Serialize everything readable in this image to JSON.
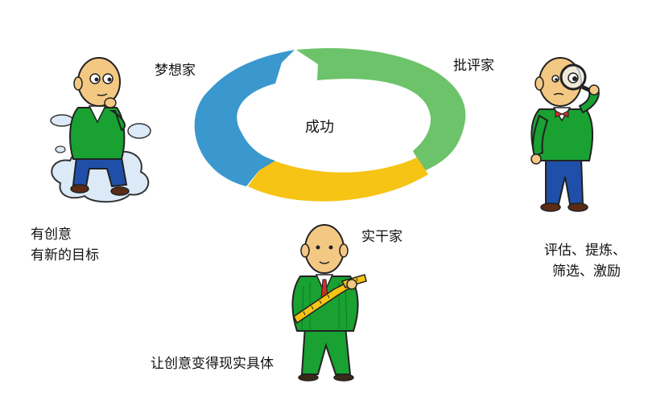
{
  "diagram": {
    "center_label": "成功",
    "roles": [
      {
        "id": "dreamer",
        "title": "梦想家",
        "desc": [
          "有创意",
          "有新的目标"
        ]
      },
      {
        "id": "critic",
        "title": "批评家",
        "desc": [
          "评估、提炼、",
          "筛选、激励"
        ]
      },
      {
        "id": "realist",
        "title": "实干家",
        "desc": [
          "让创意变得现实具体"
        ]
      }
    ]
  },
  "colors": {
    "blue": "#3a98cf",
    "green": "#6cc36a",
    "yellow": "#f5c414",
    "suit_green": "#19a132",
    "trousers_blue": "#1f4fa8",
    "skin": "#f3c882",
    "cloud": "#dceaf7",
    "tie_red": "#d42a2a"
  }
}
